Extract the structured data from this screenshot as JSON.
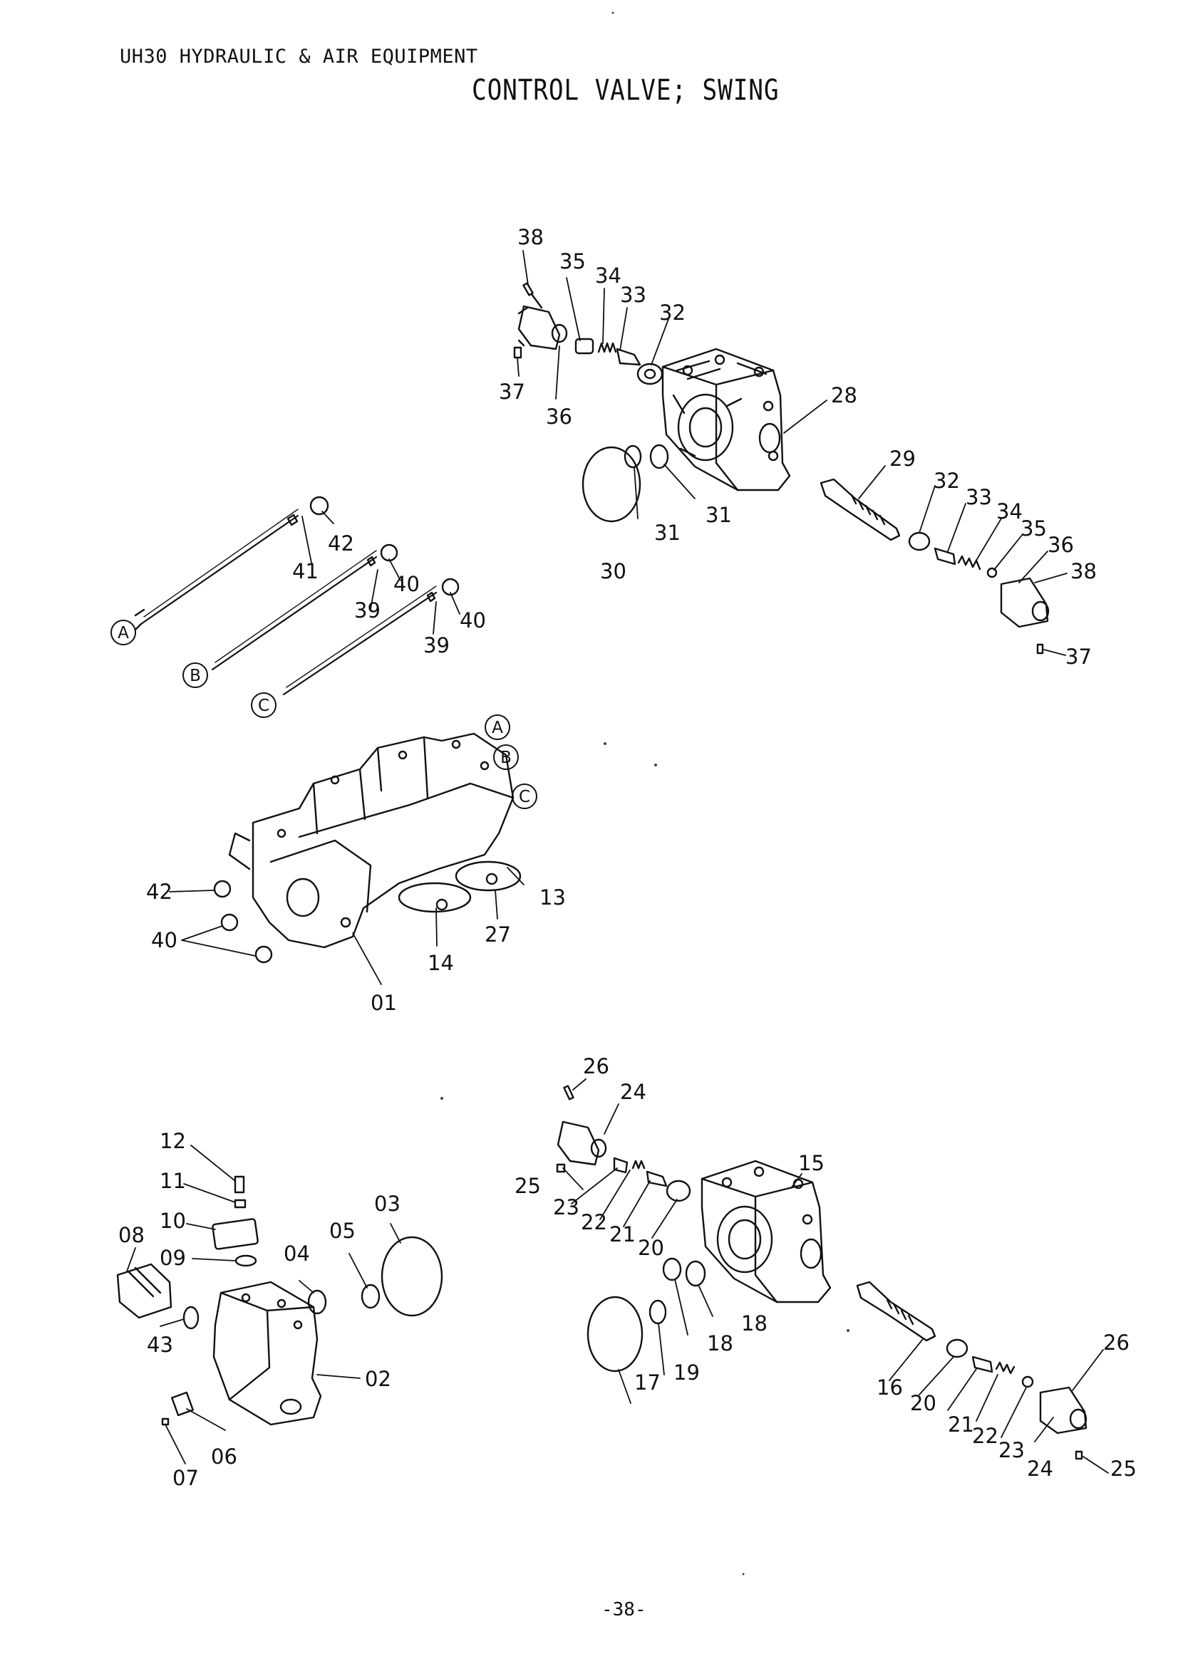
{
  "header": {
    "subtitle": "UH30 HYDRAULIC & AIR EQUIPMENT",
    "title": "CONTROL VALVE; SWING"
  },
  "page_number": "-38-",
  "callouts": {
    "c01": "01",
    "c02": "02",
    "c03": "03",
    "c04": "04",
    "c05": "05",
    "c06": "06",
    "c07": "07",
    "c08": "08",
    "c09": "09",
    "c10": "10",
    "c11": "11",
    "c12": "12",
    "c13": "13",
    "c14": "14",
    "c15": "15",
    "c16": "16",
    "c17": "17",
    "c18": "18",
    "c19": "19",
    "c20": "20",
    "c21": "21",
    "c22": "22",
    "c23": "23",
    "c24": "24",
    "c25": "25",
    "c26": "26",
    "c27": "27",
    "c28": "28",
    "c29": "29",
    "c30": "30",
    "c31": "31",
    "c32": "32",
    "c33": "33",
    "c34": "34",
    "c35": "35",
    "c36": "36",
    "c37": "37",
    "c38": "38",
    "c39": "39",
    "c40": "40",
    "c41": "41",
    "c42": "42",
    "c43": "43"
  },
  "ref_letters": {
    "a": "A",
    "b": "B",
    "c": "C"
  }
}
